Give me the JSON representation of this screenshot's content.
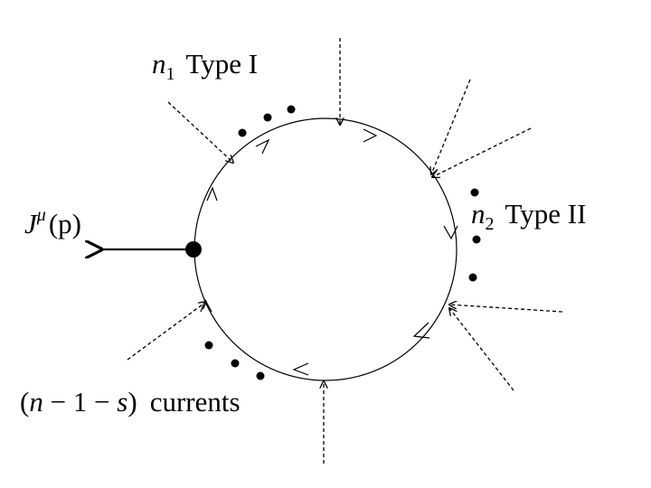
{
  "labels": {
    "current": {
      "symbol": "J",
      "superscript": "μ",
      "argument": "(p)"
    },
    "type_one": {
      "symbol": "n",
      "subscript": "1",
      "text": "Type I"
    },
    "type_two": {
      "symbol": "n",
      "subscript": "2",
      "text": "Type II"
    },
    "other_currents": {
      "prefix": "(",
      "symbol": "n",
      "middle": " − 1 − ",
      "symbol2": "s",
      "suffix": ")",
      "text": "currents"
    }
  }
}
